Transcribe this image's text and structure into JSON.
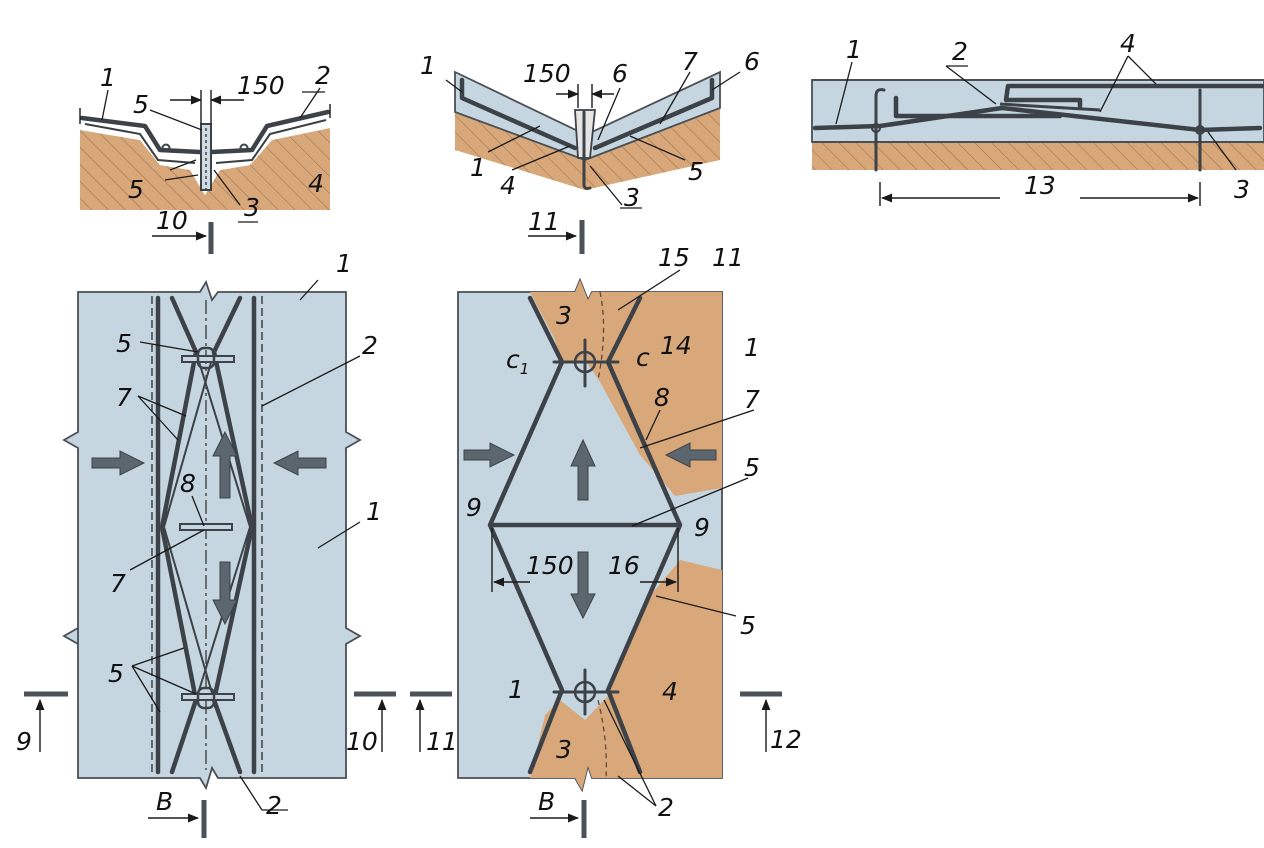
{
  "figure_a": {
    "section_labels": {
      "n1_left": "1",
      "n2": "2",
      "n5_top": "5",
      "n5_bottom": "5",
      "n4": "4",
      "n3": "3",
      "dim": "150"
    },
    "cut_marker": "10",
    "plan_labels": {
      "n1_top": "1",
      "n1_mid": "1",
      "n2_top": "2",
      "n2_bottom": "2",
      "n5_top": "5",
      "n5_bottom": "5",
      "n7_top": "7",
      "n7_mid": "7",
      "n8": "8",
      "cut_left": "9",
      "cut_right": "10",
      "cut_bottom": "B"
    }
  },
  "figure_b": {
    "section_labels": {
      "n1_top": "1",
      "n1_bottom": "1",
      "n4": "4",
      "n3": "3",
      "n5": "5",
      "n6_left": "6",
      "n6_right": "6",
      "n7": "7",
      "dim": "150"
    },
    "cut_marker": "11",
    "plan_labels": {
      "n15": "15",
      "n11": "11",
      "n3_top": "3",
      "n3_bottom": "3",
      "c1": "c",
      "c1_sub": "1",
      "c": "c",
      "n14": "14",
      "n1_right": "1",
      "n1_left": "1",
      "n8": "8",
      "n7": "7",
      "n5_mid": "5",
      "n5_low": "5",
      "n9_left": "9",
      "n9_right": "9",
      "dim": "150",
      "n16": "16",
      "n4": "4",
      "n2": "2",
      "cut_left": "11",
      "cut_right": "12",
      "cut_bottom": "B"
    }
  },
  "figure_c": {
    "section_labels": {
      "n1": "1",
      "n2": "2",
      "n4": "4",
      "n3": "3",
      "dim": "13"
    }
  },
  "colors": {
    "concrete": "#c6d6e0",
    "soil": "#d9a87a",
    "rebar": "#3c4247"
  }
}
